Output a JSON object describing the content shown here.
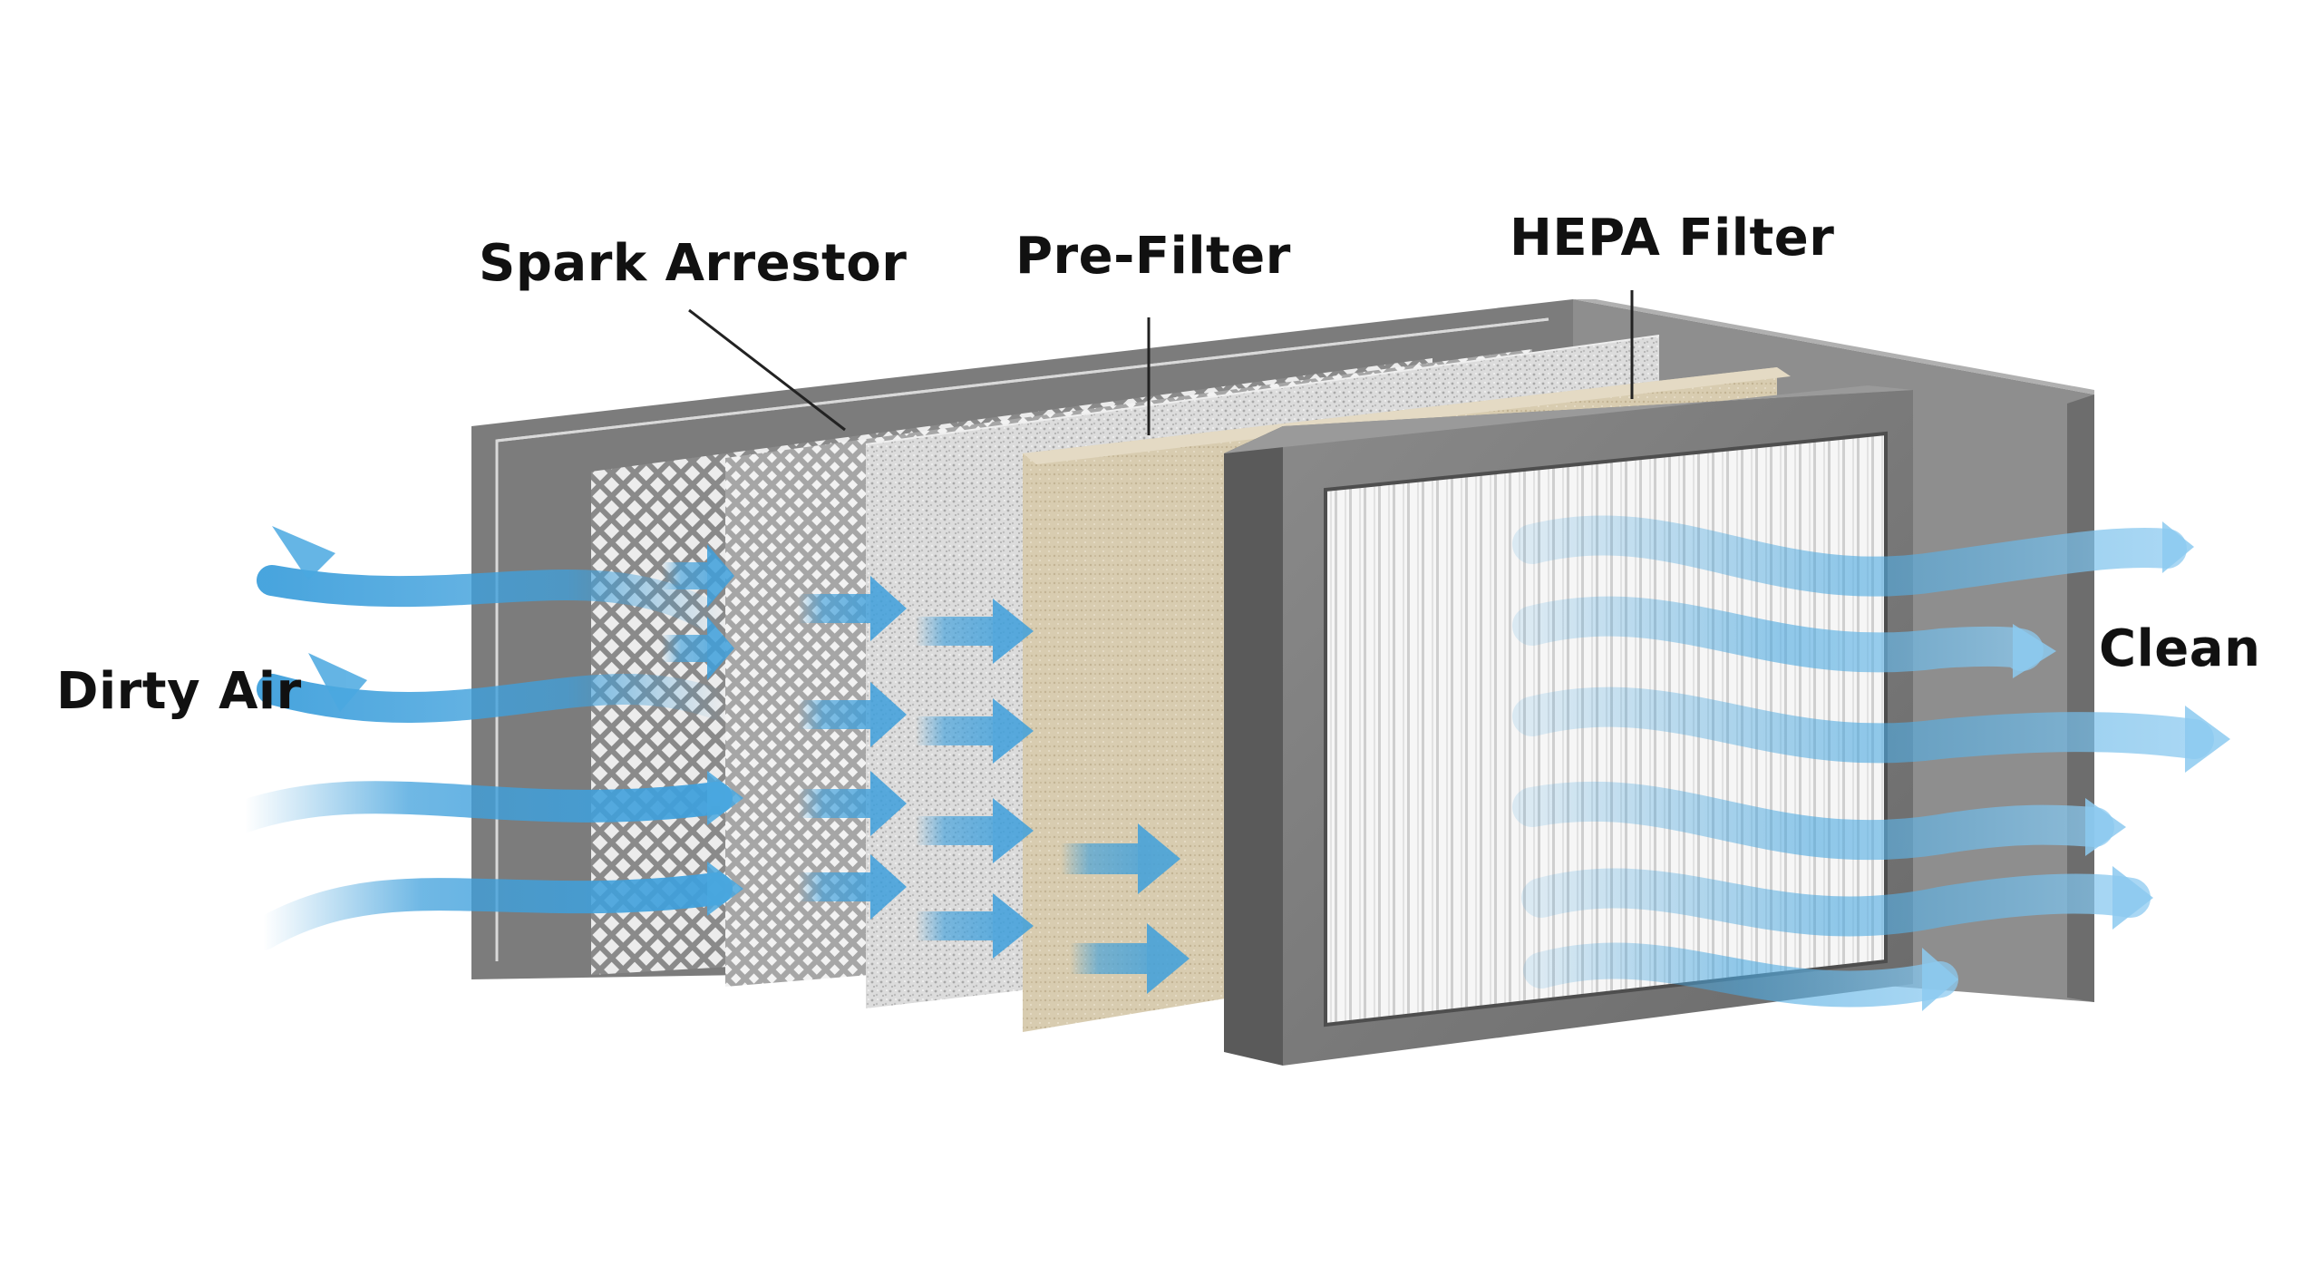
{
  "labels": {
    "spark_arrestor": "Spark Arrestor",
    "pre_filter": "Pre-Filter",
    "hepa_filter": "HEPA Filter",
    "dirty_air": "Dirty Air",
    "clean": "Clean"
  },
  "colors": {
    "housing": "#7b7b7b",
    "housing_dark": "#5f5f5f",
    "arrow": "#3fa0dc",
    "pre_filter_beige": "#d8ccb0",
    "foam_grey": "#d6d6d6",
    "hepa_pleat": "#f4f4f4"
  }
}
